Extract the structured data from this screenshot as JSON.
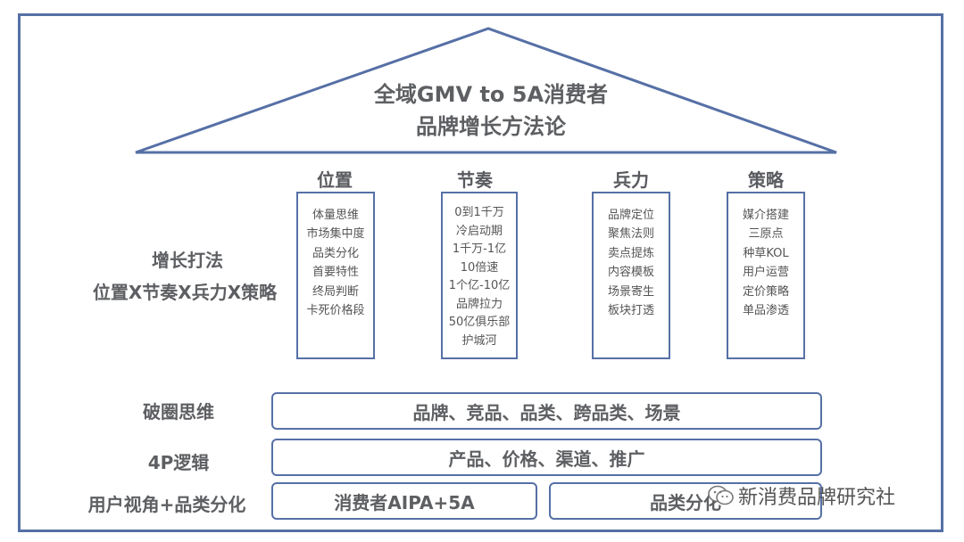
{
  "title": {
    "line1": "全域GMV to 5A消费者",
    "line2": "品牌增长方法论"
  },
  "columns": [
    {
      "head": "位置",
      "items": [
        "体量思维",
        "市场集中度",
        "品类分化",
        "首要特性",
        "终局判断",
        "卡死价格段"
      ]
    },
    {
      "head": "节奏",
      "items": [
        "0到1千万",
        "冷启动期",
        "1千万-1亿",
        "10倍速",
        "1个亿-10亿",
        "品牌拉力",
        "50亿俱乐部",
        "护城河"
      ]
    },
    {
      "head": "兵力",
      "items": [
        "品牌定位",
        "聚焦法则",
        "卖点提炼",
        "内容模板",
        "场景寄生",
        "板块打透"
      ]
    },
    {
      "head": "策略",
      "items": [
        "媒介搭建",
        "三原点",
        "种草KOL",
        "用户运营",
        "定价策略",
        "单品渗透"
      ]
    }
  ],
  "growth": {
    "line1": "增长打法",
    "line2": "位置X节奏X兵力X策略"
  },
  "rows": {
    "breakout": {
      "label": "破圈思维",
      "bar": "品牌、竞品、品类、跨品类、场景"
    },
    "p4": {
      "label": "4P逻辑",
      "bar": "产品、价格、渠道、推广"
    },
    "user": {
      "label": "用户视角+品类分化",
      "bar_left": "消费者AIPA+5A",
      "bar_right": "品类分化"
    }
  },
  "watermark": {
    "text": "新消费品牌研究社",
    "icon": "wechat-icon"
  },
  "colors": {
    "border": "#5670a6",
    "text": "#5d5f62"
  }
}
